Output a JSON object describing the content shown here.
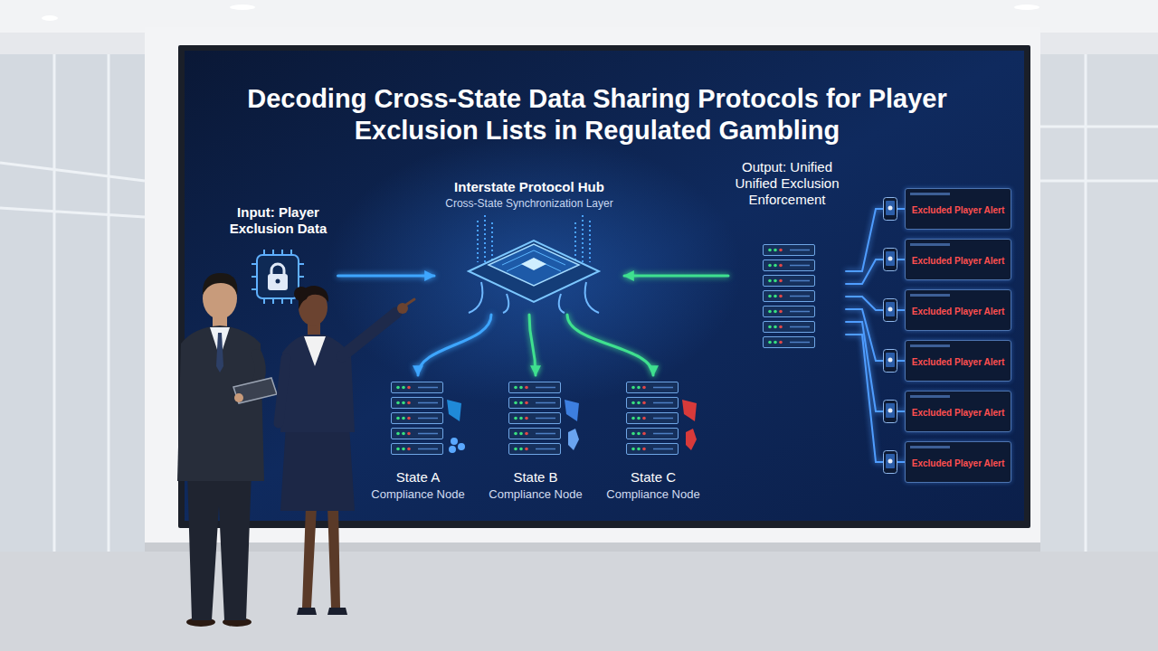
{
  "diagram": {
    "title": "Decoding Cross-State Data Sharing Protocols for Player Exclusion Lists in Regulated Gambling",
    "nodes": [
      {
        "text": [
          "Input: Player Exclusion Data"
        ]
      },
      {
        "text": [
          "Interstate Protocol Hub",
          "Cross-State Synchronization Layer"
        ]
      },
      {
        "text": [
          "Output: Unified Unified Exclusion Enforcement"
        ]
      },
      {
        "text": [
          "State A",
          "Compliance Node"
        ]
      },
      {
        "text": [
          "State B",
          "Compliance Node"
        ]
      },
      {
        "text": [
          "State C",
          "Compliance Node"
        ]
      },
      {
        "text": [
          "Excluded Player Alert"
        ]
      },
      {
        "text": [
          "Excluded Player Alert"
        ]
      },
      {
        "text": [
          "Excluded Player Alert"
        ]
      },
      {
        "text": [
          "Excluded Player Alert"
        ]
      },
      {
        "text": [
          "Excluded Player Alert"
        ]
      },
      {
        "text": [
          "Excluded Player Alert"
        ]
      }
    ],
    "edges": [
      {
        "from": 0,
        "to": 1,
        "arrow": "to"
      },
      {
        "from": 2,
        "to": 1,
        "arrow": "to"
      },
      {
        "from": 1,
        "to": 3,
        "arrow": "to"
      },
      {
        "from": 1,
        "to": 4,
        "arrow": "to"
      },
      {
        "from": 1,
        "to": 5,
        "arrow": "to"
      },
      {
        "from": 2,
        "to": 6,
        "arrow": "none"
      },
      {
        "from": 2,
        "to": 7,
        "arrow": "none"
      },
      {
        "from": 2,
        "to": 8,
        "arrow": "none"
      },
      {
        "from": 2,
        "to": 9,
        "arrow": "none"
      },
      {
        "from": 2,
        "to": 10,
        "arrow": "none"
      },
      {
        "from": 2,
        "to": 11,
        "arrow": "none"
      }
    ]
  }
}
